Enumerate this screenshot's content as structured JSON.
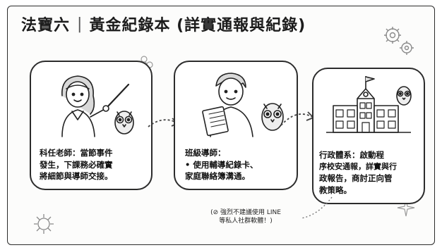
{
  "title": {
    "left": "法寶六",
    "separator": "|",
    "right": "黃金紀錄本 (詳實通報與紀錄)"
  },
  "cards": [
    {
      "id": "subject-teacher",
      "icon": "teacher-pointer-icon",
      "lines": [
        "科任老師：當節事件",
        "發生，下課務必確實",
        "將細節與導師交接。"
      ]
    },
    {
      "id": "homeroom-teacher",
      "icon": "teacher-notebook-icon",
      "lines": [
        "班級導師：",
        "• 使用輔導紀錄卡、",
        "家庭聯絡簿溝通。"
      ]
    },
    {
      "id": "administration",
      "icon": "school-building-icon",
      "lines": [
        "行政體系：啟動程",
        "序校安通報，詳實與行",
        "政報告，商討正向管",
        "教策略。"
      ]
    }
  ],
  "note": {
    "line1": "(⊘ 強烈不建議使用 LINE",
    "line2": "等私人社群軟體！)"
  }
}
